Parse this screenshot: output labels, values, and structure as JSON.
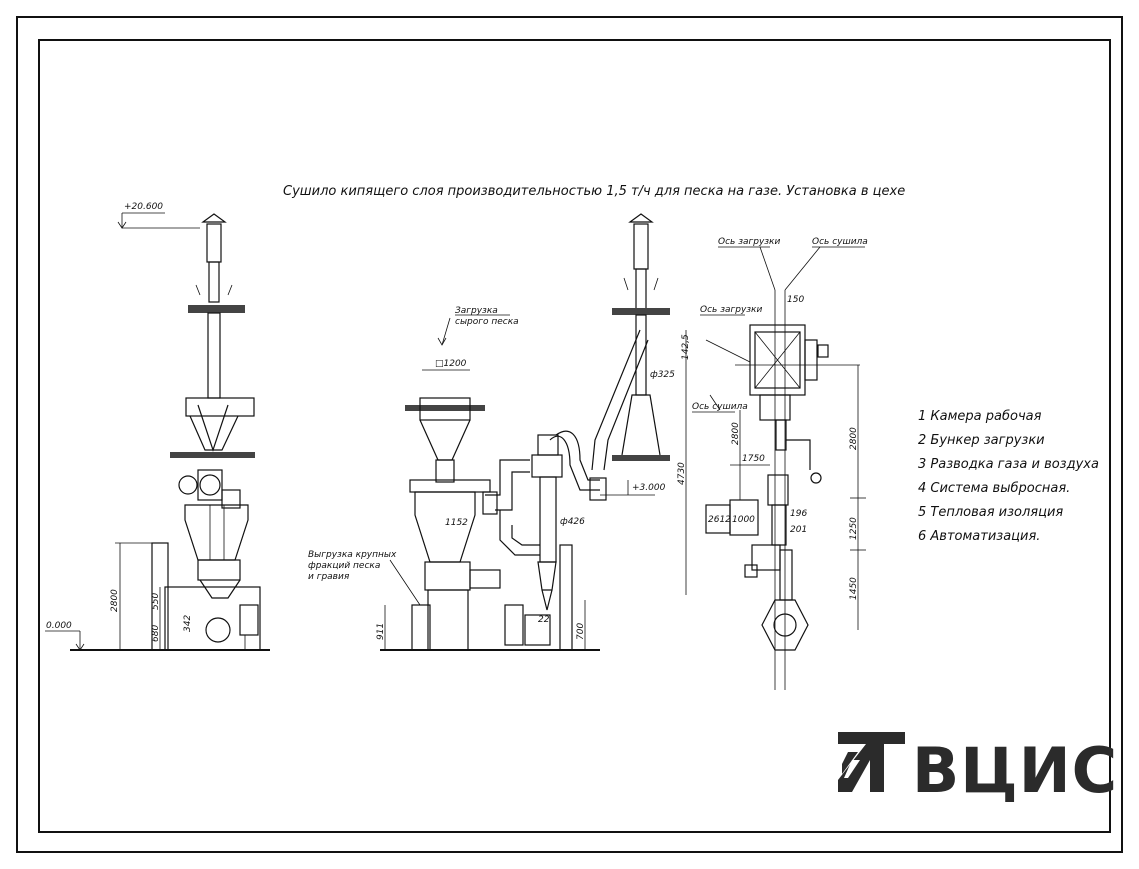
{
  "title": "Сушило кипящего слоя производительностью 1,5 т/ч для песка на газе. Установка в цехе",
  "left_view": {
    "elev_top": "+20.600",
    "elev_zero": "0.000",
    "dims": [
      "2800",
      "550",
      "680",
      "342"
    ]
  },
  "middle_view": {
    "label_load": "Загрузка",
    "label_load2": "сырого песка",
    "label_unload": "Выгрузка крупных",
    "label_unload2": "фракций песка",
    "label_unload3": "и гравия",
    "dims": [
      "□1200",
      "1152",
      "911",
      "ф426",
      "ф325",
      "22",
      "700"
    ],
    "elev_3000": "+3.000"
  },
  "right_view": {
    "axis_load": "Ось загрузки",
    "axis_dryer": "Ось сушила",
    "axis_load2": "Ось загрузки",
    "axis_dryer2": "Ось сушила",
    "dims": [
      "150",
      "142,5",
      "2800",
      "4730",
      "2800",
      "1250",
      "1450",
      "1750",
      "1000",
      "2612",
      "196",
      "201"
    ]
  },
  "legend": [
    "1  Камера рабочая",
    "2  Бункер загрузки",
    "3  Разводка газа и воздуха",
    "4  Система выбросная.",
    "5  Тепловая изоляция",
    "6  Автоматизация."
  ],
  "logo": {
    "text": "ВЦИС"
  },
  "colors": {
    "ink": "#111111",
    "logo": "#2b2b2b"
  }
}
